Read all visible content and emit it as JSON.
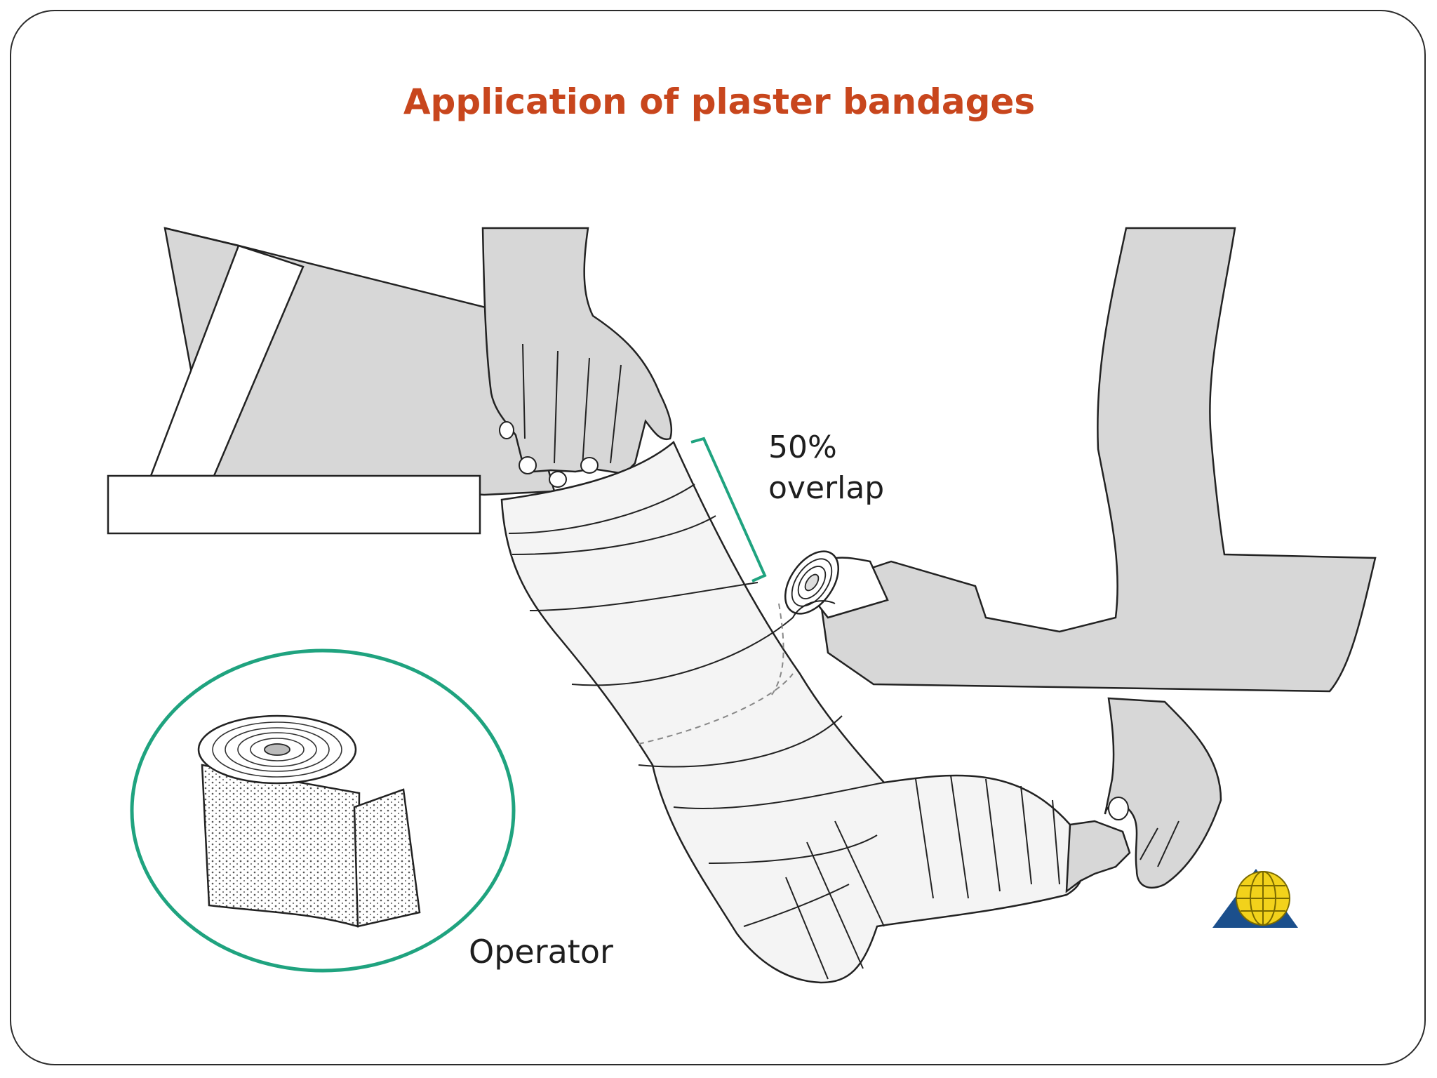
{
  "slide": {
    "title": "Application of plaster bandages"
  },
  "diagram": {
    "overlap_percent_label": "50%",
    "overlap_word_label": "overlap",
    "inset_label": "Operator",
    "bracket_color": "#1fa37f",
    "inset_circle_color": "#1fa37f",
    "skin_color": "#d7d7d7",
    "bandage_color": "#f4f4f4"
  },
  "logo": {
    "icon": "globe-triangle-logo-icon",
    "triangle_color": "#1b4f8c",
    "globe_color": "#f2d21b"
  }
}
